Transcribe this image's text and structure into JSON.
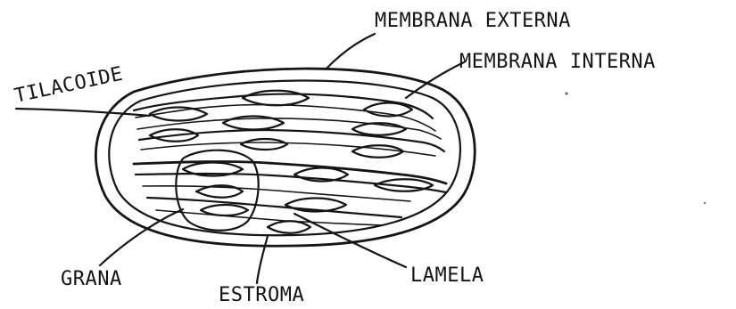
{
  "diagram": {
    "labels": {
      "outer_membrane": "MEMBRANA EXTERNA",
      "inner_membrane": "MEMBRANA INTERNA",
      "thylakoid": "TILACOIDE",
      "granum": "GRANA",
      "stroma": "ESTROMA",
      "lamella": "LAMELA"
    },
    "ink_color": "#151515",
    "background_color": "#ffffff"
  }
}
